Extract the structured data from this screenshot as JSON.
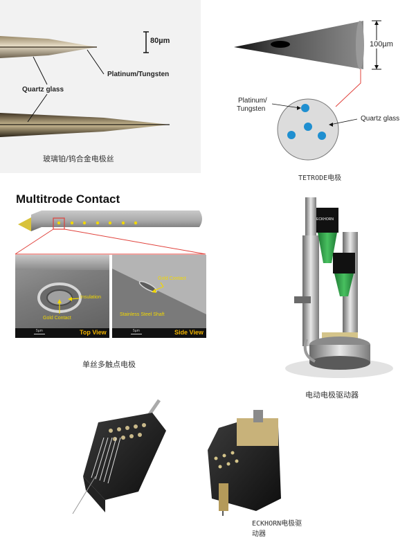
{
  "panel_glass": {
    "scale_label": "80µm",
    "metal_label": "Platinum/Tungsten",
    "glass_label": "Quartz glass",
    "caption": "玻璃铂/钨合金电极丝"
  },
  "panel_tetrode": {
    "scale_label": "100µm",
    "metal_label_line1": "Platinum/",
    "metal_label_line2": "Tungsten",
    "glass_label": "Quartz glass",
    "caption": "TETRODE电极"
  },
  "panel_multitrode": {
    "title": "Multitrode Contact",
    "top_view": {
      "insulation_label": "Insulation",
      "contact_label": "Gold Contact",
      "scale_text": "5µm",
      "tag": "Top View"
    },
    "side_view": {
      "contact_label": "Gold Contact",
      "shaft_label": "Stainless Steel Shaft",
      "scale_text": "5µm",
      "tag": "Side View"
    },
    "caption": "单丝多触点电极"
  },
  "panel_motor": {
    "brand_label": "ECKHORN",
    "caption": "电动电极驱动器"
  },
  "panel_eckhorn": {
    "caption": "ECKHORN电极驱动器"
  },
  "colors": {
    "accent_red": "#e0403a",
    "dot_blue": "#1f8fd0",
    "gold": "#f2d800",
    "green": "#2fa84a"
  }
}
